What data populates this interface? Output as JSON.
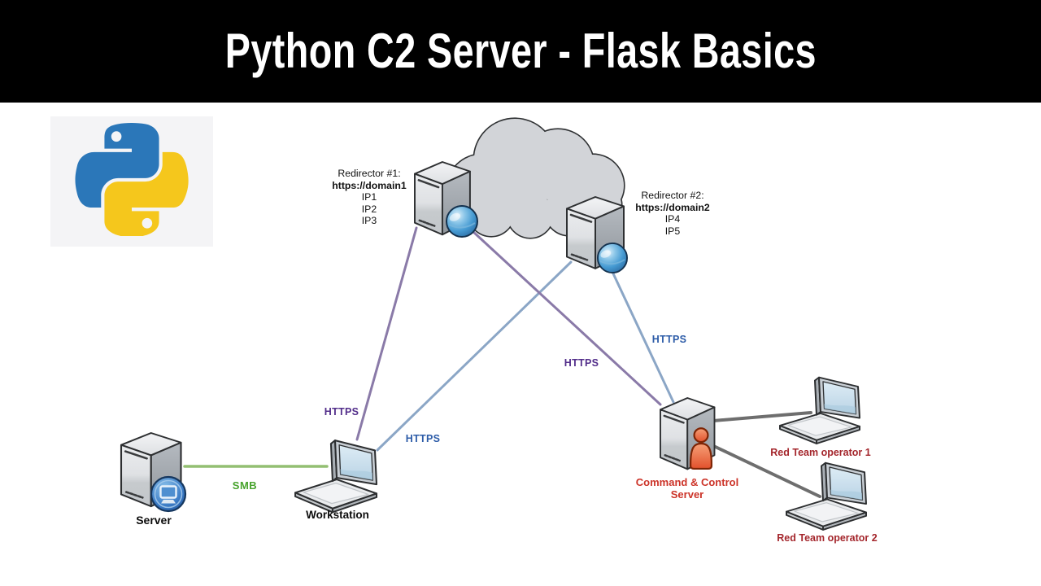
{
  "header": {
    "title": "Python C2 Server - Flask Basics"
  },
  "colors": {
    "header_bg": "#000000",
    "header_text": "#ffffff",
    "https_purple_text": "#522d8a",
    "https_blue_text": "#2d5ca8",
    "line_purple": "#8a7aa8",
    "line_blue": "#8ba6c6",
    "line_gray": "#6e6e6e",
    "smb_text_green": "#47a32c",
    "smb_line_green": "#93bf72",
    "c2_label_red": "#cc3328",
    "operator_label_red": "#a4262c",
    "python_blue": "#2b77b9",
    "python_yellow": "#f5c71c",
    "cloud_fill": "#d2d4d8"
  },
  "icons": {
    "python-logo": "two-snake python logo",
    "internet-cloud": "cloud shape",
    "server-tower": "3d server tower",
    "globe": "blue glossy sphere",
    "monitor-badge": "blue circle with monitor",
    "red-person": "red operator figure",
    "laptop": "isometric laptop"
  },
  "nodes": {
    "redirector1": {
      "title": "Redirector #1:",
      "domain": "https://domain1",
      "ips": [
        "IP1",
        "IP2",
        "IP3"
      ]
    },
    "redirector2": {
      "title": "Redirector #2:",
      "domain": "https://domain2",
      "ips": [
        "IP4",
        "IP5"
      ]
    },
    "server": {
      "label": "Server"
    },
    "workstation": {
      "label": "Workstation"
    },
    "c2_server": {
      "label_line1": "Command & Control",
      "label_line2": "Server"
    },
    "operator1": {
      "label": "Red Team operator 1"
    },
    "operator2": {
      "label": "Red Team operator 2"
    }
  },
  "links": {
    "smb": {
      "label": "SMB"
    },
    "https_r1_workstation": {
      "label": "HTTPS"
    },
    "https_r2_workstation": {
      "label": "HTTPS"
    },
    "https_r1_c2": {
      "label": "HTTPS"
    },
    "https_r2_c2": {
      "label": "HTTPS"
    }
  }
}
